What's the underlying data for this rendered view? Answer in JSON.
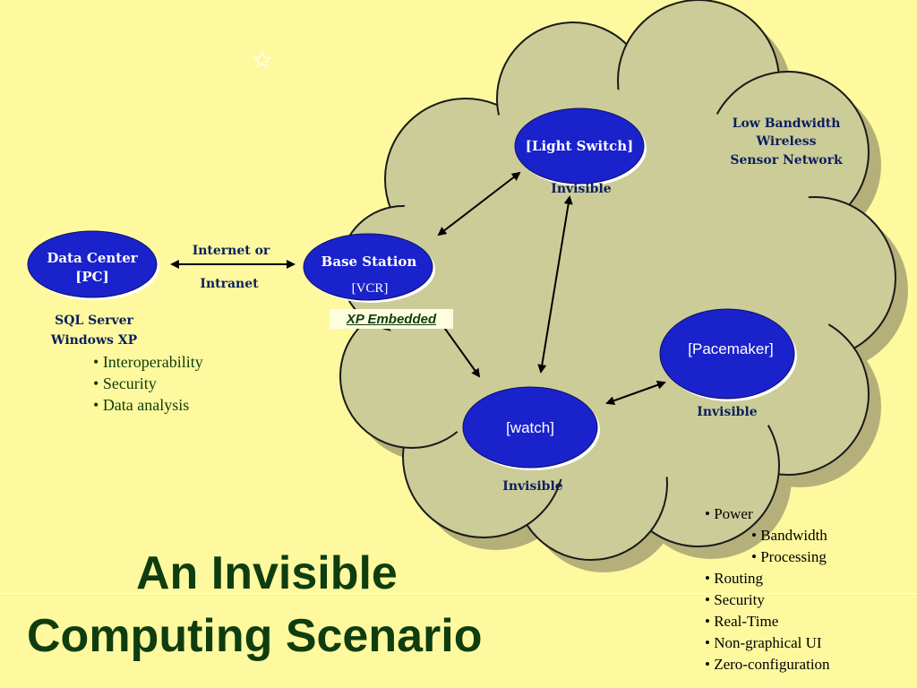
{
  "slide": {
    "title_line1": "An Invisible",
    "title_line2": "Computing Scenario",
    "colors": {
      "background": "#fef99e",
      "cloud": "#cccc99",
      "node": "#1a22cc",
      "title": "#0f3d0f"
    }
  },
  "network": {
    "label_line1": "Low Bandwidth",
    "label_line2": "Wireless",
    "label_line3": "Sensor Network"
  },
  "nodes": {
    "data_center": {
      "line1": "Data Center",
      "line2": "[PC]",
      "caption_line1": "SQL Server",
      "caption_line2": "Windows XP"
    },
    "base_station": {
      "line1": "Base Station",
      "line2": "[VCR]",
      "caption": "XP Embedded"
    },
    "light_switch": {
      "label": "[Light Switch]",
      "caption": "Invisible"
    },
    "pacemaker": {
      "label": "[Pacemaker]",
      "caption": "Invisible"
    },
    "watch": {
      "label": "[watch]",
      "caption": "Invisible"
    }
  },
  "link": {
    "line1": "Internet or",
    "line2": "Intranet"
  },
  "pc_features": [
    "Interoperability",
    "Security",
    "Data analysis"
  ],
  "challenges": {
    "power": "Power",
    "power_sub": [
      "Bandwidth",
      "Processing"
    ],
    "others": [
      "Routing",
      "Security",
      "Real-Time",
      "Non-graphical UI",
      "Zero-configuration"
    ]
  },
  "decoration": {
    "star_icon": "star-outline-icon"
  }
}
